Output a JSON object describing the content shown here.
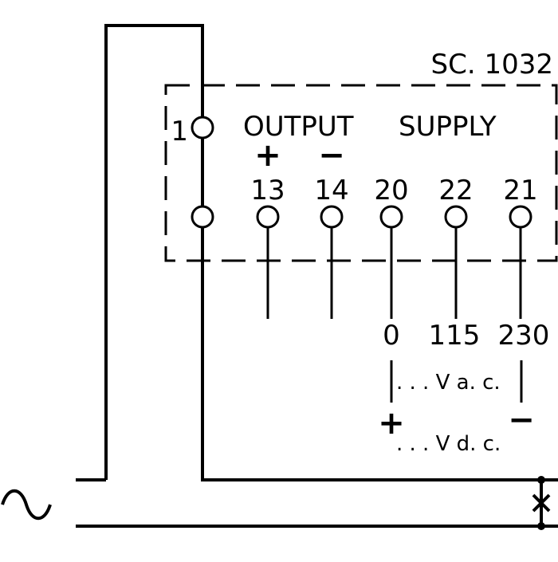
{
  "diagram": {
    "ref": "SC. 1032",
    "output_heading": "OUTPUT",
    "supply_heading": "SUPPLY",
    "loop_terminal": "1",
    "output_plus": "+",
    "output_minus": "−",
    "terminals": [
      "13",
      "14",
      "20",
      "22",
      "21"
    ],
    "supply_values": [
      "0",
      "115",
      "230"
    ],
    "ac_label": ". . . V a. c.",
    "dc_label": ". . . V d. c.",
    "dc_plus": "+",
    "dc_minus": "−",
    "ac_symbol": "∼"
  }
}
